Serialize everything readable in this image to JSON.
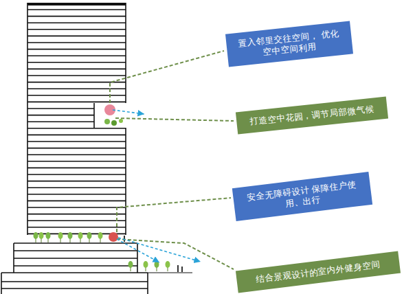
{
  "diagram": {
    "nodes": [
      {
        "text": [
          "置入邻里交往空间， 优化空中空间利用"
        ]
      },
      {
        "text": [
          "打造空中花园，调节局部微气候"
        ]
      },
      {
        "text": [
          "安全无障碍设计 保障住户使用、出行"
        ]
      },
      {
        "text": [
          "结合景观设计的室内外健身空间"
        ]
      }
    ]
  }
}
